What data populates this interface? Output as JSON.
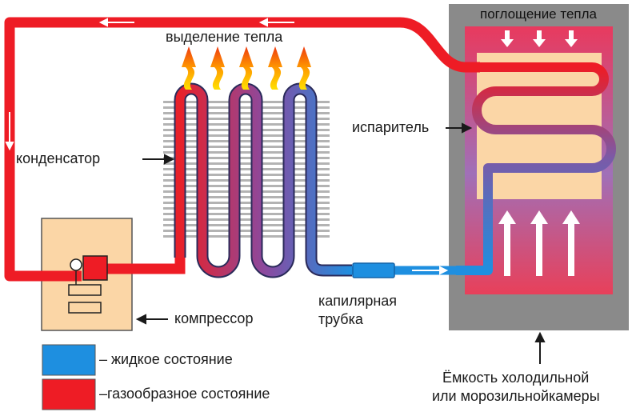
{
  "labels": {
    "heat_release": "выделение тепла",
    "heat_absorption": "поглощение тепла",
    "condenser": "конденсатор",
    "evaporator": "испаритель",
    "compressor": "компрессор",
    "capillary_line1": "капилярная",
    "capillary_line2": "трубка",
    "chamber_line1": "Ёмкость холодильной",
    "chamber_line2": "или морозильнойкамеры"
  },
  "legend": {
    "liquid": "– жидкое состояние",
    "gas": "–газообразное состояние"
  },
  "colors": {
    "hot": "#ee1c25",
    "cold": "#1e8fe0",
    "box_fill": "#fbd6a6",
    "cabinet": "#8a8a8a",
    "fins": "#b3b3b3"
  }
}
